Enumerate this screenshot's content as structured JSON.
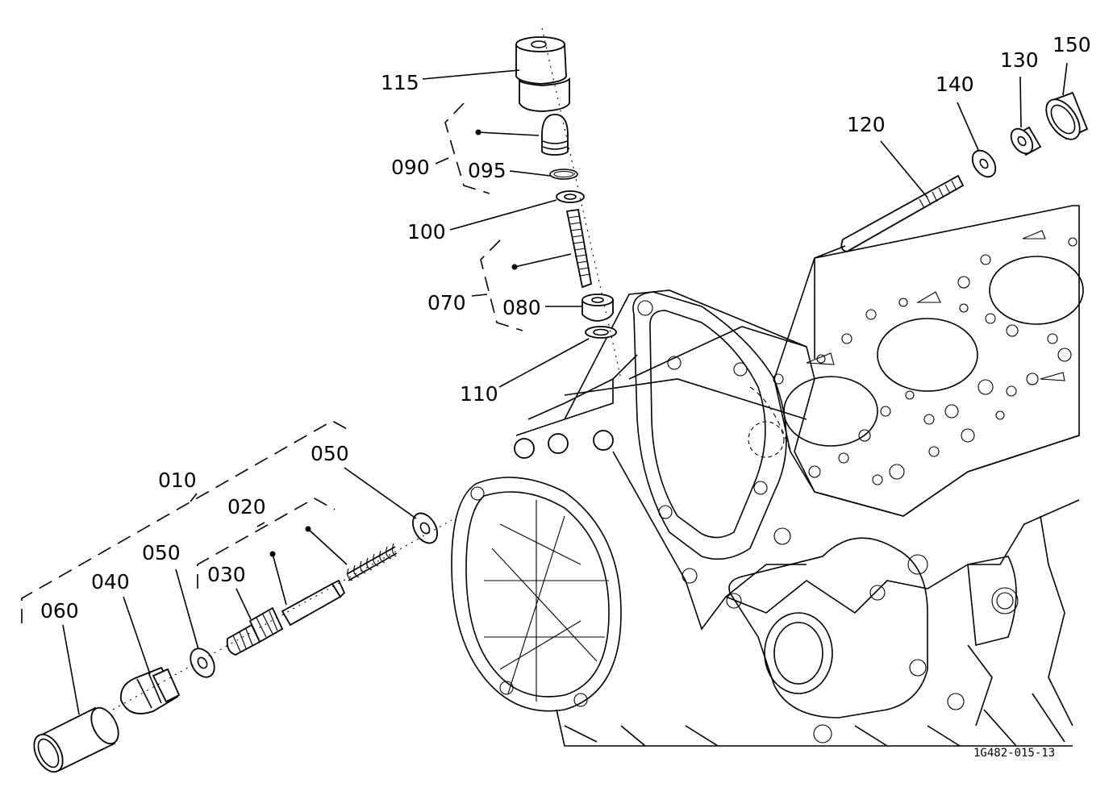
{
  "labels": {
    "p010": "010",
    "p020": "020",
    "p030": "030",
    "p040": "040",
    "p050a": "050",
    "p050b": "050",
    "p060": "060",
    "p070": "070",
    "p080": "080",
    "p090": "090",
    "p095": "095",
    "p100": "100",
    "p110": "110",
    "p115": "115",
    "p120": "120",
    "p130": "130",
    "p140": "140",
    "p150": "150"
  },
  "drawing_ref": "1G482-015-13",
  "colors": {
    "line": "#000000",
    "background": "#ffffff"
  }
}
